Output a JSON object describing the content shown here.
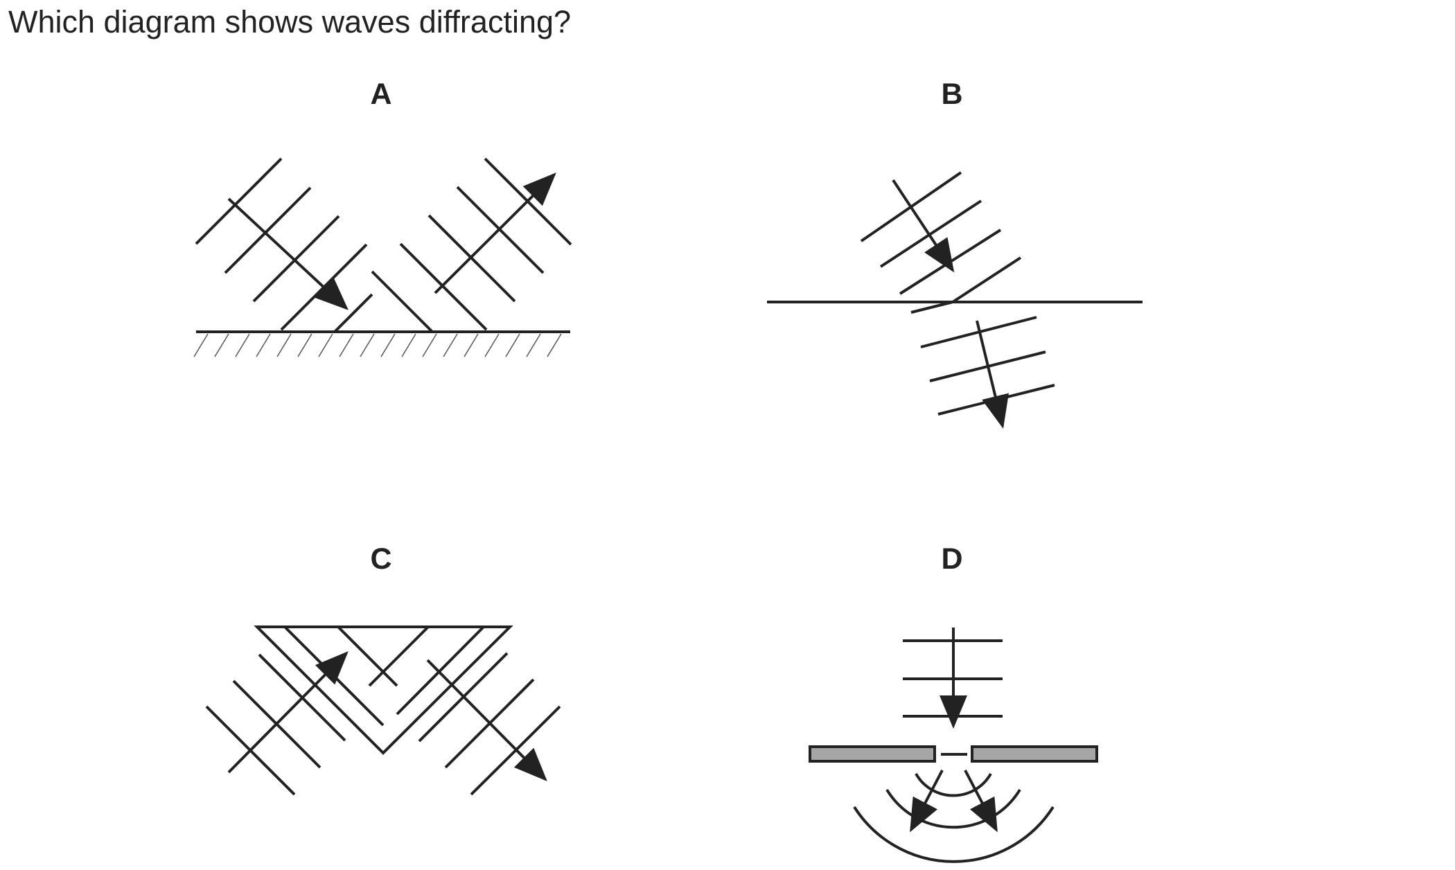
{
  "question": "Which diagram shows waves diffracting?",
  "options": [
    {
      "label": "A"
    },
    {
      "label": "B"
    },
    {
      "label": "C"
    },
    {
      "label": "D"
    }
  ],
  "colors": {
    "ink": "#222222",
    "barrier_fill": "#a6a6a6",
    "background": "#ffffff"
  }
}
